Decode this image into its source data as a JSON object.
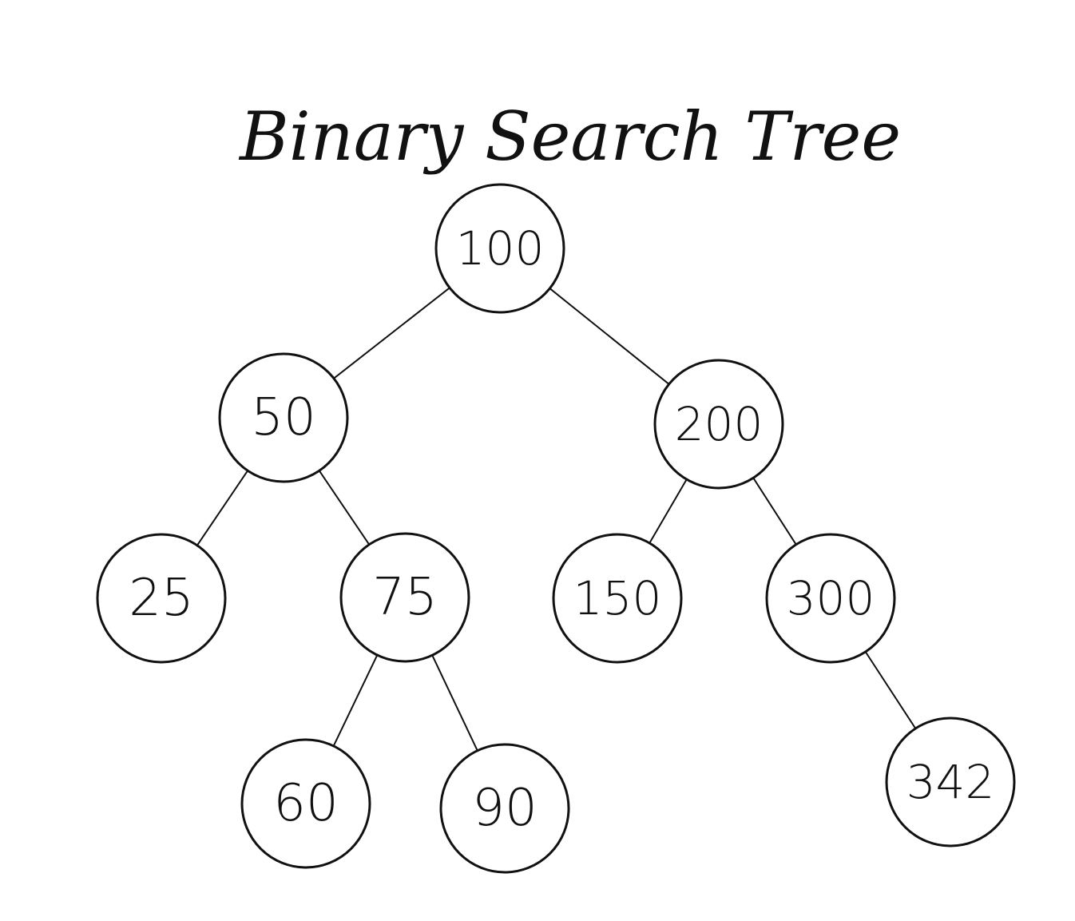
{
  "title": "Binary Search Tree",
  "colors": {
    "ink": "#111111",
    "background": "#ffffff"
  },
  "tree": {
    "nodes": [
      {
        "id": "n100",
        "label": "100"
      },
      {
        "id": "n50",
        "label": "50"
      },
      {
        "id": "n200",
        "label": "200"
      },
      {
        "id": "n25",
        "label": "25"
      },
      {
        "id": "n75",
        "label": "75"
      },
      {
        "id": "n150",
        "label": "150"
      },
      {
        "id": "n300",
        "label": "300"
      },
      {
        "id": "n60",
        "label": "60"
      },
      {
        "id": "n90",
        "label": "90"
      },
      {
        "id": "n342",
        "label": "342"
      }
    ],
    "edges": [
      {
        "from": "n100",
        "to": "n50"
      },
      {
        "from": "n100",
        "to": "n200"
      },
      {
        "from": "n50",
        "to": "n25"
      },
      {
        "from": "n50",
        "to": "n75"
      },
      {
        "from": "n200",
        "to": "n150"
      },
      {
        "from": "n200",
        "to": "n300"
      },
      {
        "from": "n75",
        "to": "n60"
      },
      {
        "from": "n75",
        "to": "n90"
      },
      {
        "from": "n300",
        "to": "n342"
      }
    ]
  }
}
